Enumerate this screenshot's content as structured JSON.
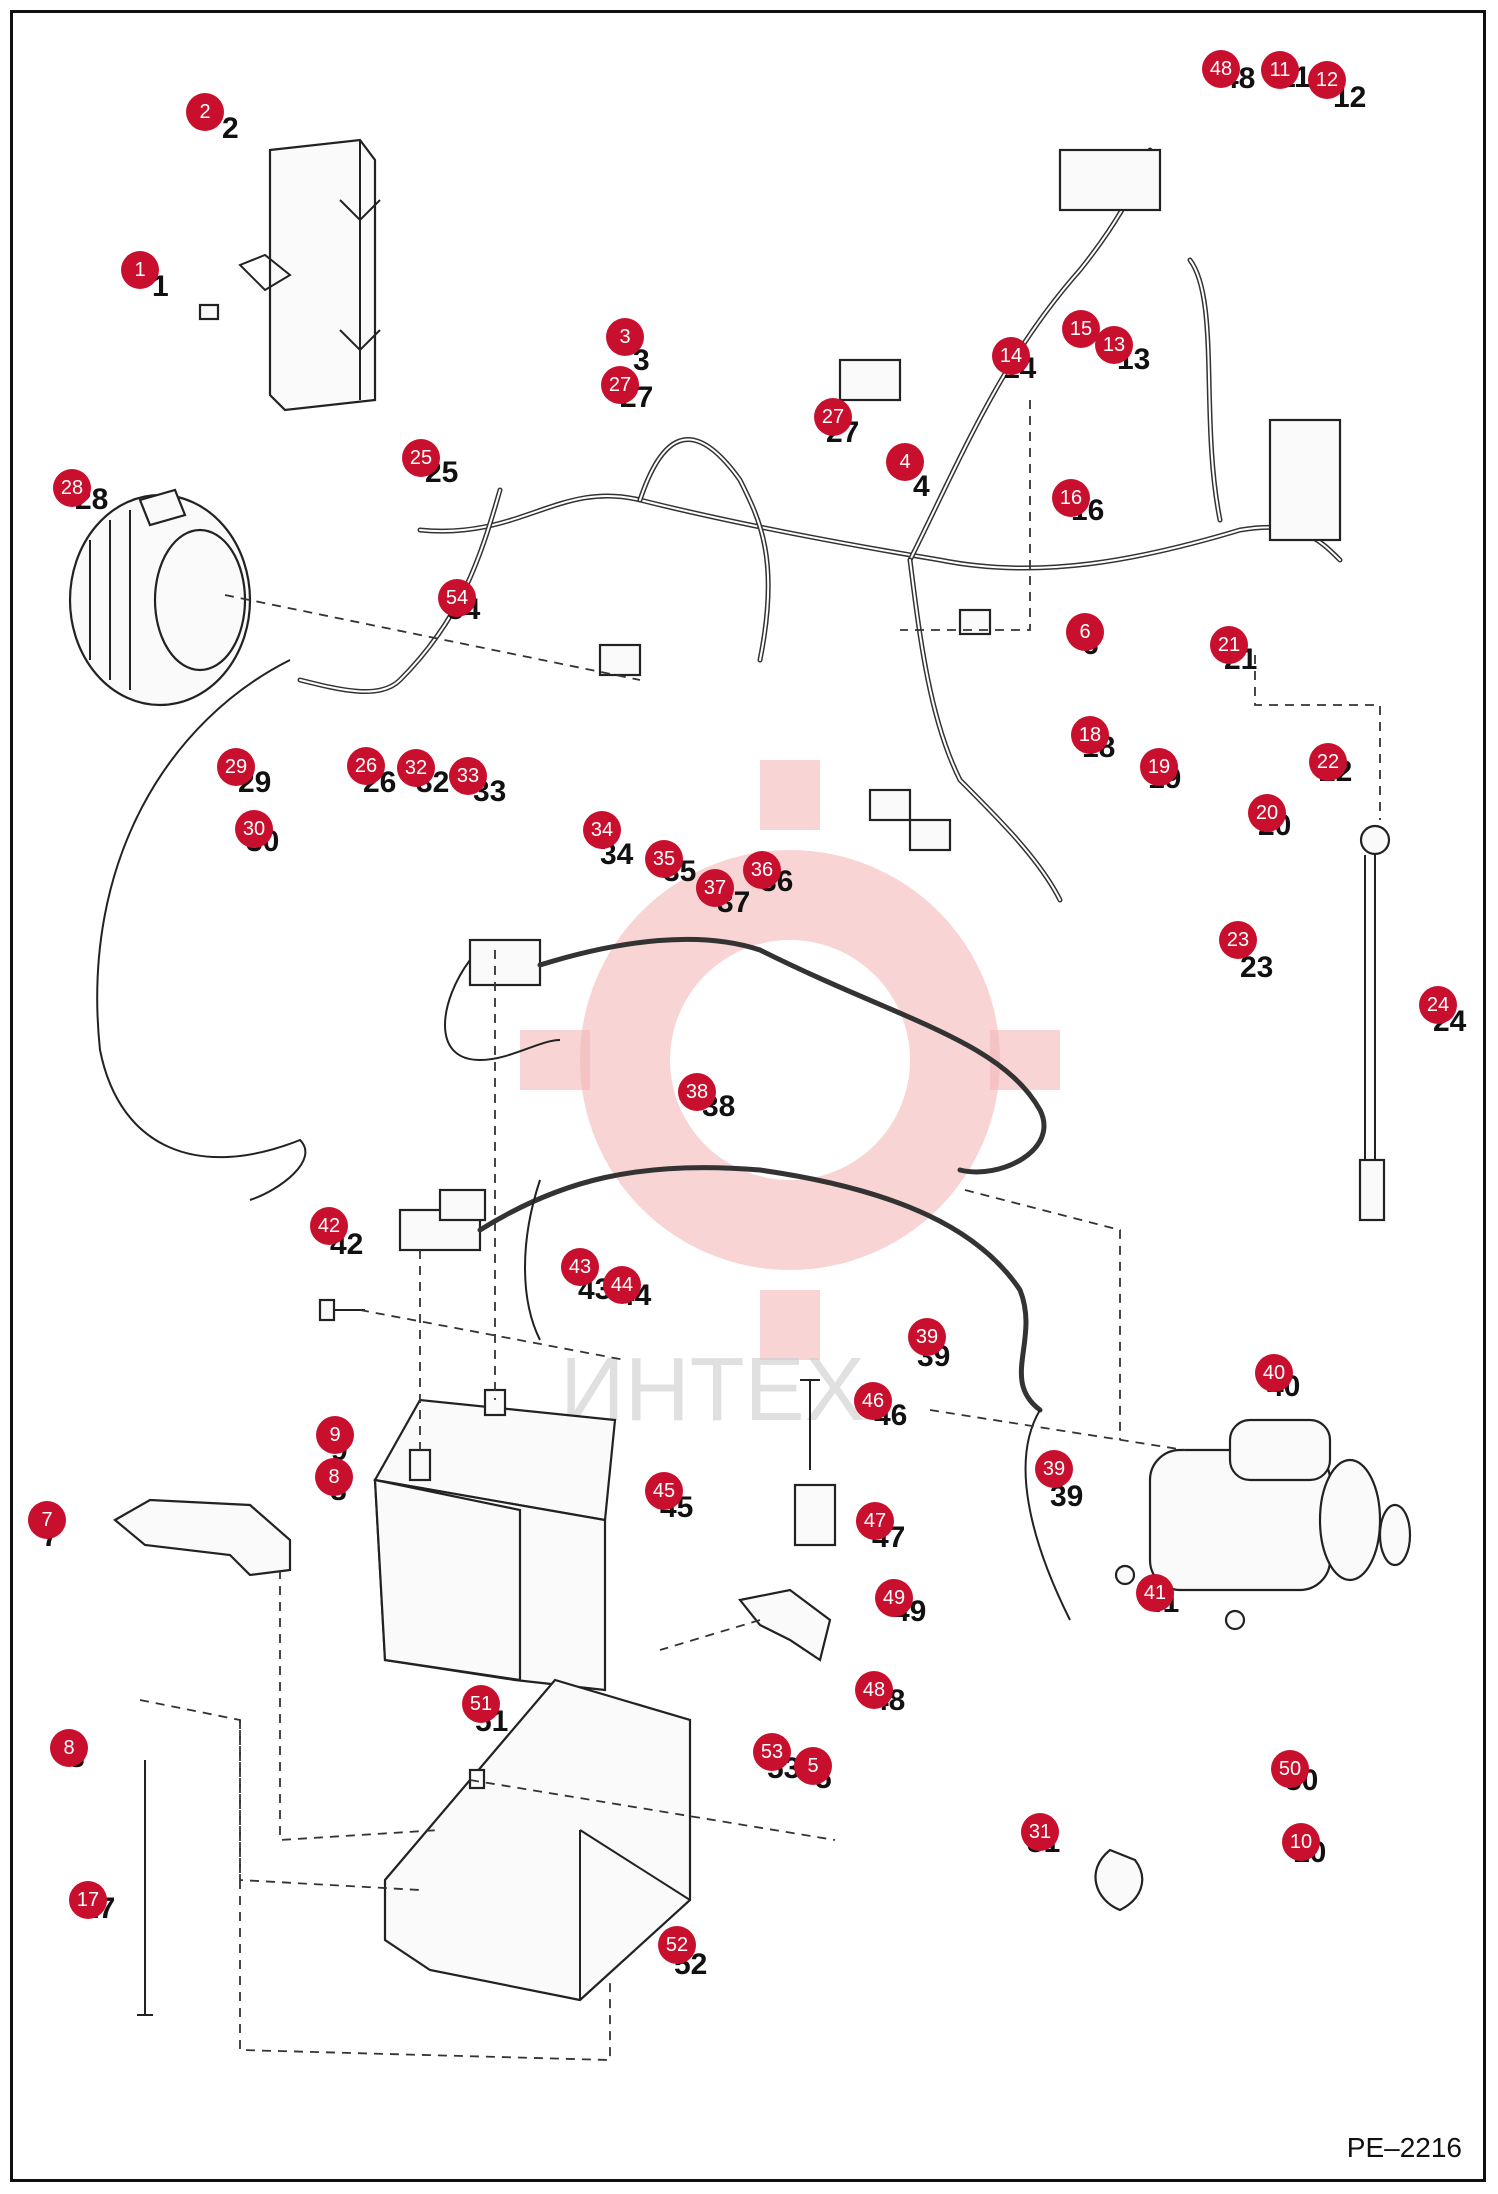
{
  "drawing_code": "PE–2216",
  "watermark_text": "ИНТЕХ",
  "colors": {
    "callout": "#c8102e",
    "watermark": "#f3b7b7"
  },
  "callouts": [
    {
      "n": "1"
    },
    {
      "n": "2"
    },
    {
      "n": "3"
    },
    {
      "n": "27"
    },
    {
      "n": "27"
    },
    {
      "n": "4"
    },
    {
      "n": "25"
    },
    {
      "n": "28"
    },
    {
      "n": "54"
    },
    {
      "n": "48"
    },
    {
      "n": "11"
    },
    {
      "n": "12"
    },
    {
      "n": "14"
    },
    {
      "n": "15"
    },
    {
      "n": "13"
    },
    {
      "n": "16"
    },
    {
      "n": "6"
    },
    {
      "n": "21"
    },
    {
      "n": "18"
    },
    {
      "n": "19"
    },
    {
      "n": "22"
    },
    {
      "n": "20"
    },
    {
      "n": "23"
    },
    {
      "n": "24"
    },
    {
      "n": "29"
    },
    {
      "n": "26"
    },
    {
      "n": "32"
    },
    {
      "n": "33"
    },
    {
      "n": "30"
    },
    {
      "n": "34"
    },
    {
      "n": "35"
    },
    {
      "n": "36"
    },
    {
      "n": "37"
    },
    {
      "n": "38"
    },
    {
      "n": "42"
    },
    {
      "n": "43"
    },
    {
      "n": "44"
    },
    {
      "n": "39"
    },
    {
      "n": "46"
    },
    {
      "n": "40"
    },
    {
      "n": "39"
    },
    {
      "n": "9"
    },
    {
      "n": "8"
    },
    {
      "n": "7"
    },
    {
      "n": "45"
    },
    {
      "n": "47"
    },
    {
      "n": "49"
    },
    {
      "n": "41"
    },
    {
      "n": "48"
    },
    {
      "n": "51"
    },
    {
      "n": "8"
    },
    {
      "n": "53"
    },
    {
      "n": "5"
    },
    {
      "n": "50"
    },
    {
      "n": "31"
    },
    {
      "n": "10"
    },
    {
      "n": "17"
    },
    {
      "n": "52"
    }
  ],
  "part_numbers": [
    "1",
    "2",
    "3",
    "27",
    "27",
    "4",
    "25",
    "28",
    "54",
    "48",
    "11",
    "12",
    "14",
    "13",
    "16",
    "6",
    "21",
    "18",
    "19",
    "22",
    "20",
    "23",
    "24",
    "29",
    "26",
    "32",
    "33",
    "30",
    "34",
    "35",
    "36",
    "37",
    "38",
    "42",
    "43",
    "44",
    "39",
    "46",
    "40",
    "39",
    "9",
    "8",
    "7",
    "45",
    "47",
    "49",
    "41",
    "48",
    "51",
    "8",
    "53",
    "5",
    "50",
    "31",
    "10",
    "17",
    "52"
  ]
}
